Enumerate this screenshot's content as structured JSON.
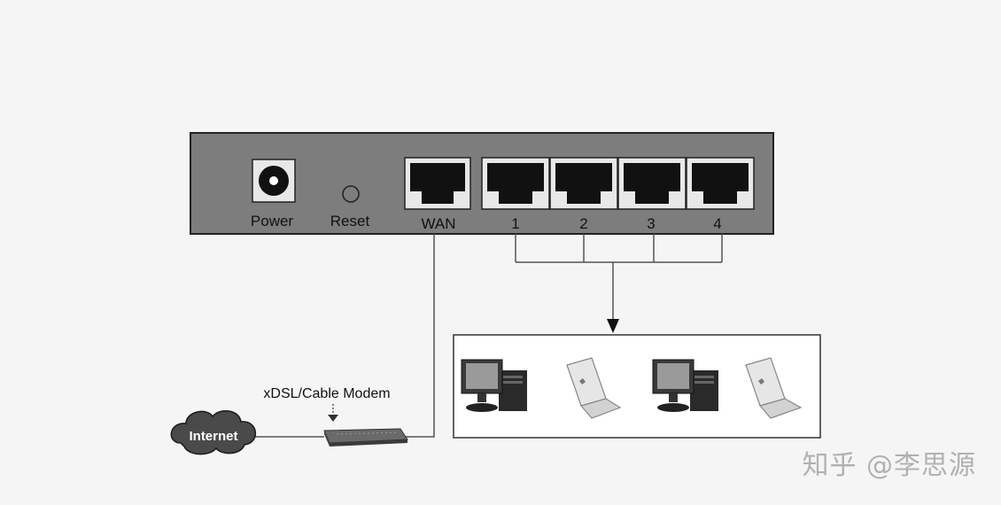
{
  "router": {
    "power_label": "Power",
    "reset_label": "Reset",
    "wan_label": "WAN",
    "lan_labels": [
      "1",
      "2",
      "3",
      "4"
    ]
  },
  "modem": {
    "label": "xDSL/Cable Modem"
  },
  "cloud": {
    "label": "Internet"
  },
  "devices": [
    "desktop-pc",
    "laptop",
    "desktop-pc",
    "laptop"
  ],
  "watermark": "知乎 @李思源",
  "colors": {
    "router_panel": "#7d7d7d",
    "port": "#111111",
    "line": "#555555",
    "background": "#f5f5f5"
  }
}
